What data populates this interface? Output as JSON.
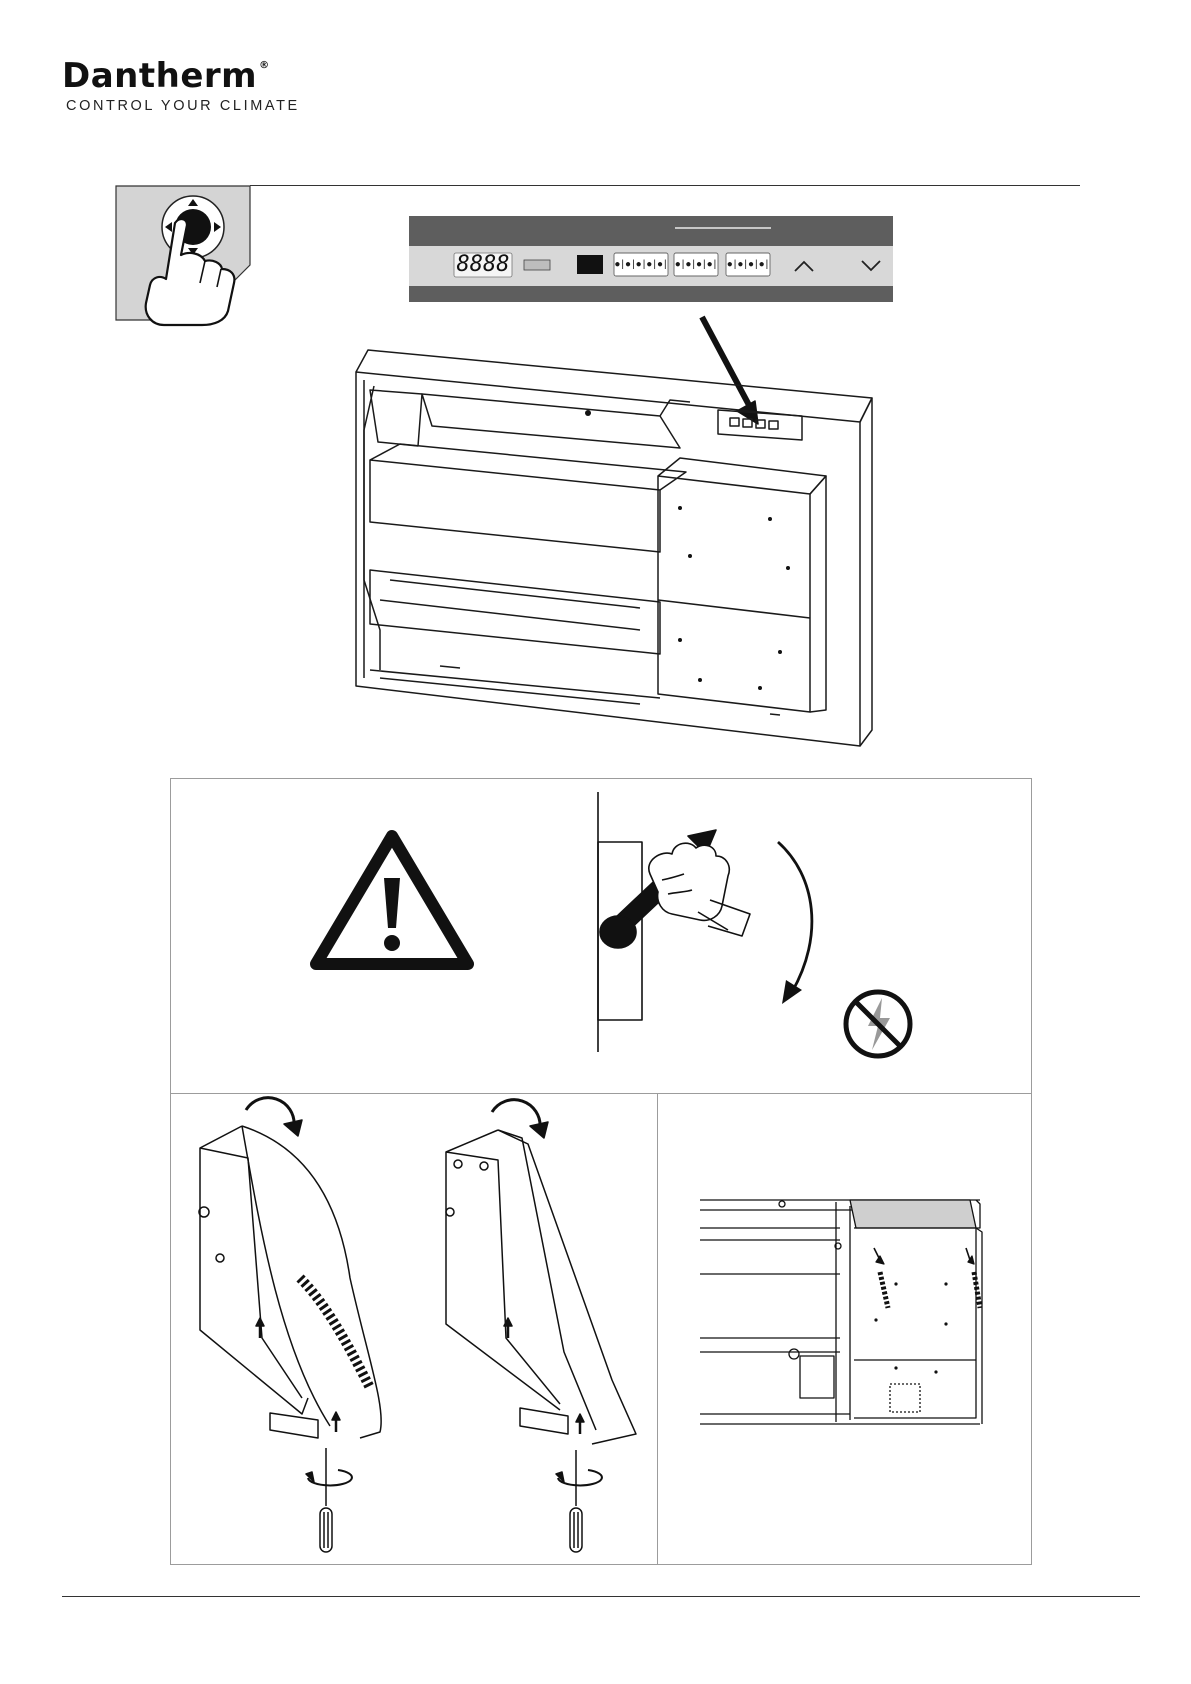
{
  "brand": {
    "name": "Dantherm",
    "reg": "®",
    "tagline": "CONTROL YOUR CLIMATE"
  },
  "control_panel": {
    "display": "8888"
  },
  "icons": [
    "hand-joystick-icon",
    "warning-triangle-icon",
    "main-switch-icon",
    "no-power-icon",
    "screwdriver-icon",
    "rotate-arrow-icon"
  ],
  "colors": {
    "ink": "#111111",
    "panel_bar": "#5b5b5b",
    "frame": "#9c9c9c"
  }
}
